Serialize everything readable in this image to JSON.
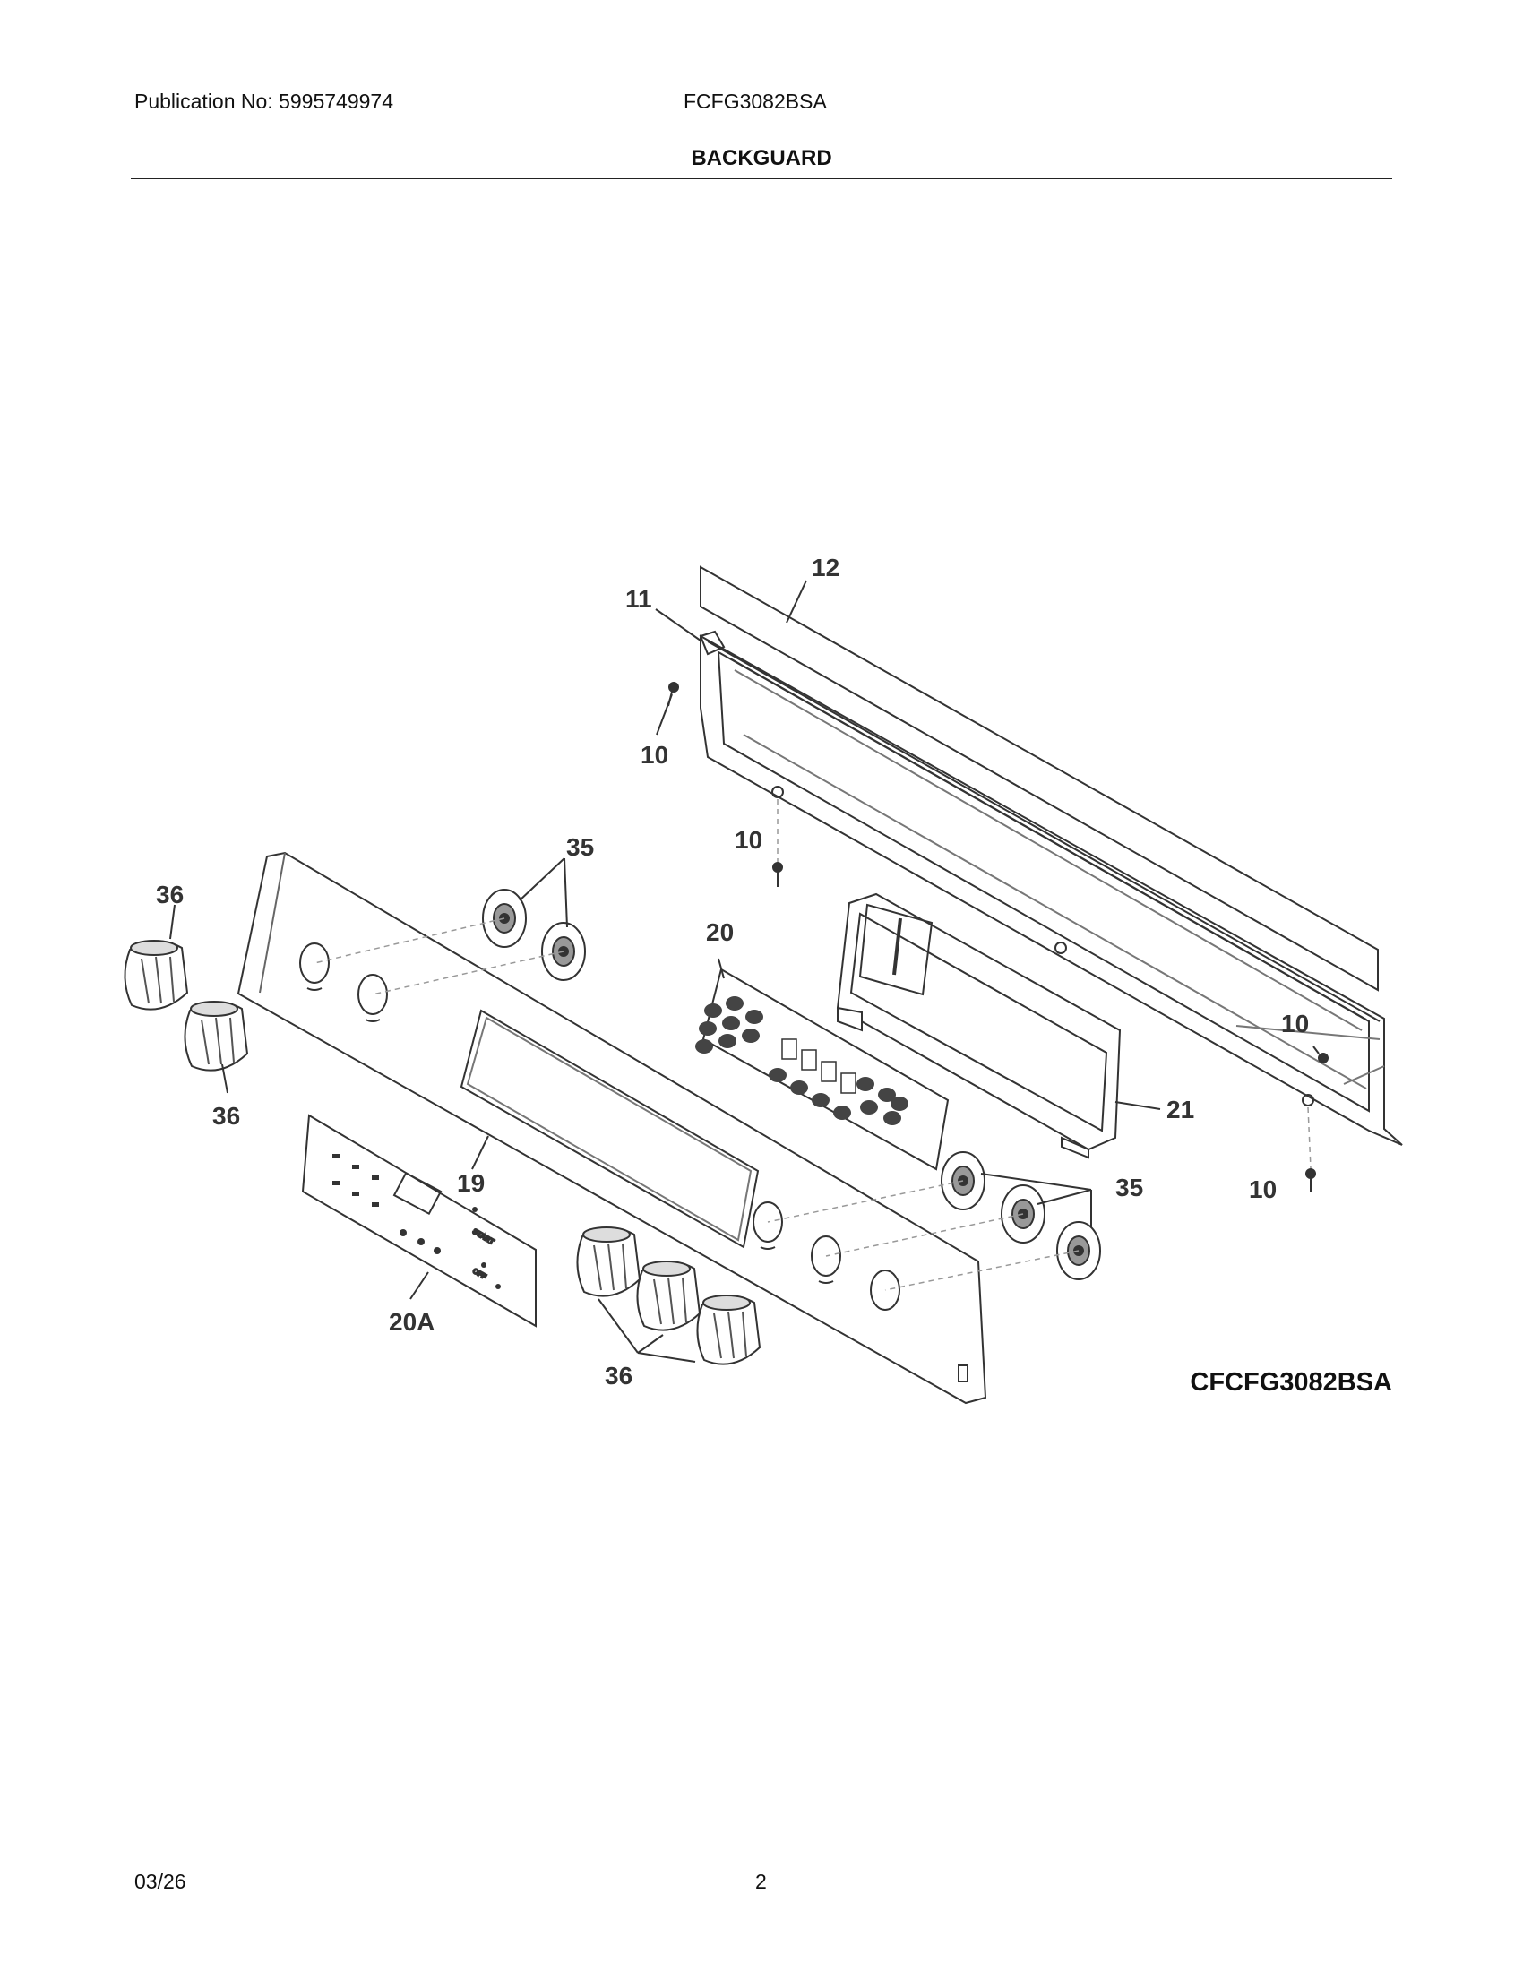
{
  "header": {
    "publication": "Publication No: 5995749974",
    "model": "FCFG3082BSA",
    "section_title": "BACKGUARD"
  },
  "diagram": {
    "callouts": {
      "c12": "12",
      "c11": "11",
      "c10_top": "10",
      "c10_mid": "10",
      "c10_right": "10",
      "c10_bottom": "10",
      "c35_top": "35",
      "c35_right": "35",
      "c36_left_top": "36",
      "c36_left_bottom": "36",
      "c36_bottom": "36",
      "c20": "20",
      "c21": "21",
      "c19": "19",
      "c20a": "20A"
    },
    "touchpad_labels": {
      "start": "START",
      "off": "OFF"
    },
    "diagram_id": "CFCFG3082BSA"
  },
  "footer": {
    "date": "03/26",
    "page": "2"
  }
}
